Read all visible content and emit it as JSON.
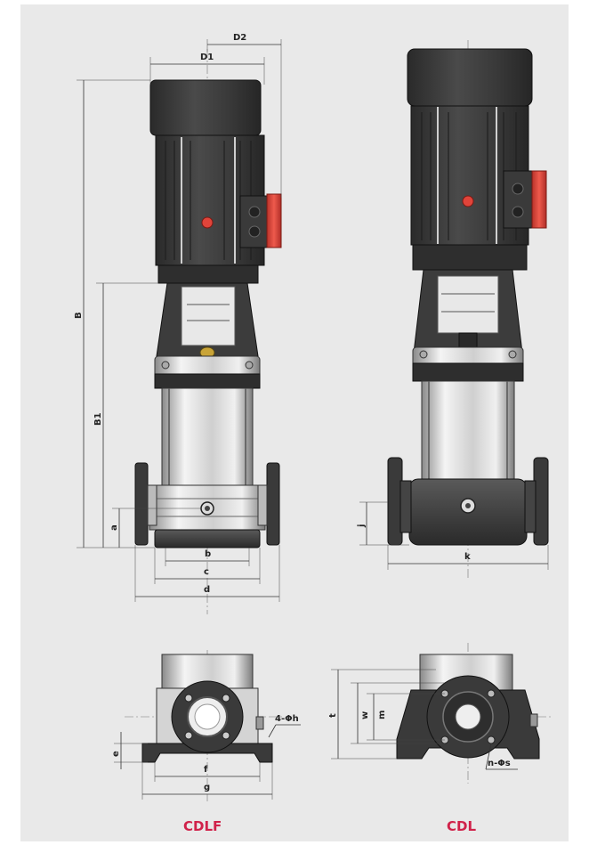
{
  "labels": {
    "D1": "D1",
    "D2": "D2",
    "B": "B",
    "B1": "B1",
    "a": "a",
    "b": "b",
    "c": "c",
    "d": "d",
    "j": "j",
    "k": "k",
    "e": "e",
    "f": "f",
    "g": "g",
    "h_holes": "4-Φh",
    "t": "t",
    "w": "w",
    "m": "m",
    "s_holes": "n-Φs"
  },
  "captions": {
    "left": "CDLF",
    "right": "CDL"
  },
  "colors": {
    "caption": "#d0224a",
    "motor": "#3a3a3a",
    "terminal_box": "#e0443a",
    "steel": "#cfcfcf",
    "sheet": "#e9e9e9"
  }
}
